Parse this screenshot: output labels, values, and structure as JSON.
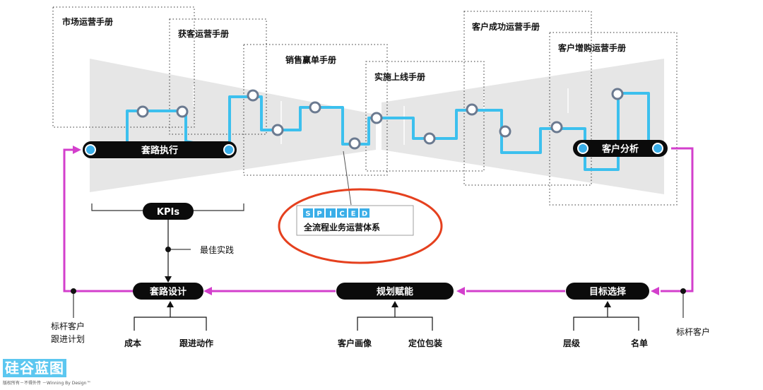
{
  "playbooks": {
    "market": "市场运营手册",
    "acquisition": "获客运营手册",
    "sales": "销售赢单手册",
    "onboarding": "实施上线手册",
    "success": "客户成功运营手册",
    "expansion": "客户增购运营手册"
  },
  "pills": {
    "execution": "套路执行",
    "analysis": "客户分析",
    "kpis": "KPIs",
    "design": "套路设计",
    "enablement": "规划赋能",
    "target": "目标选择"
  },
  "spiced": {
    "letters": [
      "S",
      "P",
      "I",
      "C",
      "E",
      "D"
    ],
    "subtitle": "全流程业务运营体系"
  },
  "labels": {
    "best_practice": "最佳实践",
    "benchmark_follow_1": "标杆客户",
    "benchmark_follow_2": "跟进计划",
    "benchmark_right": "标杆客户",
    "cost": "成本",
    "follow_action": "跟进动作",
    "persona": "客户画像",
    "positioning": "定位包装",
    "tier": "层级",
    "list": "名单"
  },
  "logo": {
    "brand": "硅谷蓝图",
    "tagline": "版权所有－不得外传 －Winning By Design™"
  },
  "colors": {
    "blue_line": "#3cc0ee",
    "magenta": "#d33fcc",
    "red_ellipse": "#e5401e",
    "spiced_blue": "#3aaee8",
    "funnel": "#e6e6e6",
    "pill": "#0b0b0b"
  }
}
